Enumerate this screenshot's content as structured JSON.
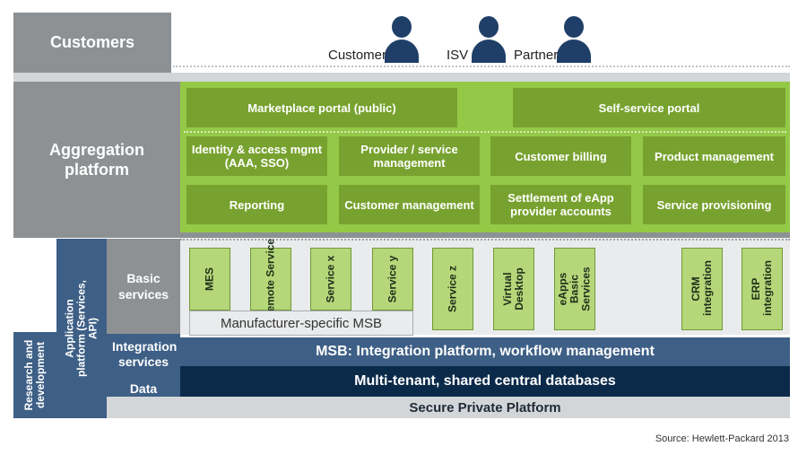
{
  "customers_row": {
    "label": "Customers",
    "roles": [
      {
        "label": "Customer",
        "icon": "person-icon"
      },
      {
        "label": "ISV",
        "icon": "person-icon"
      },
      {
        "label": "Partner",
        "icon": "person-icon"
      }
    ]
  },
  "aggregation": {
    "label": "Aggregation platform",
    "portals": [
      "Marketplace portal (public)",
      "Self-service portal"
    ],
    "modules": [
      "Identity & access mgmt (AAA, SSO)",
      "Provider / service management",
      "Customer billing",
      "Product management",
      "Reporting",
      "Customer management",
      "Settlement of eApp provider accounts",
      "Service provisioning"
    ]
  },
  "left_stack": {
    "research": "Research and development",
    "app_platform": "Application platform (Services, API)",
    "basic_services": "Basic services",
    "integration_services": "Integration services",
    "data_backbone": "Data backbone"
  },
  "services": [
    "MES",
    "Remote Service",
    "Service x",
    "Service y",
    "Service z",
    "Virtual Desktop",
    "eApps Basic Services",
    "CRM integration",
    "ERP integration"
  ],
  "msb_manufacturer": "Manufacturer-specific MSB",
  "bars": {
    "msb": "MSB: Integration platform, workflow management",
    "databases": "Multi-tenant, shared central databases",
    "secure": "Secure Private Platform"
  },
  "source": "Source: Hewlett-Packard 2013",
  "colors": {
    "gray": "#8d9193",
    "green": "#78a22f",
    "light_green": "#b5d779",
    "steel_blue": "#3e5f86",
    "navy": "#0b2a4a",
    "person": "#1f3f68"
  }
}
